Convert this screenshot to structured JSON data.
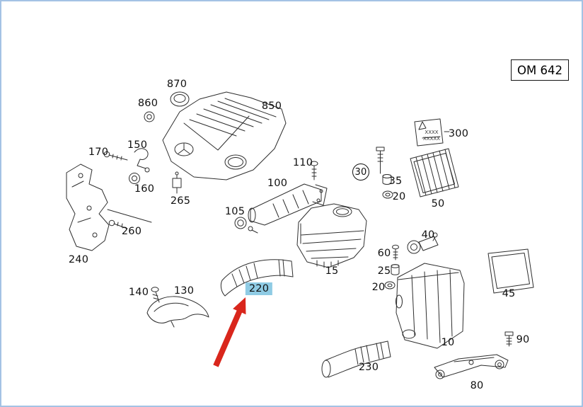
{
  "colors": {
    "canvas_border": "#a4c2e4",
    "highlight": "#8fcbe4",
    "arrow": "#d9261c",
    "line_art": "#2e2e2e",
    "background": "#ffffff"
  },
  "header": {
    "engine_code": "OM 642"
  },
  "warning_label": {
    "line1": "XXXX",
    "line2": "XXXXX"
  },
  "highlighted_part_number": "220",
  "labels": {
    "n870": "870",
    "n860": "860",
    "n850": "850",
    "n170": "170",
    "n150": "150",
    "n160": "160",
    "n265": "265",
    "n110": "110",
    "n100": "100",
    "n105": "105",
    "n30": "30",
    "n35": "35",
    "n20a": "20",
    "n50": "50",
    "n300": "300",
    "n40": "40",
    "n60": "60",
    "n25": "25",
    "n20b": "20",
    "n15": "15",
    "n45": "45",
    "n240": "240",
    "n260": "260",
    "n140": "140",
    "n130": "130",
    "n220": "220",
    "n10": "10",
    "n230": "230",
    "n90": "90",
    "n80": "80"
  }
}
